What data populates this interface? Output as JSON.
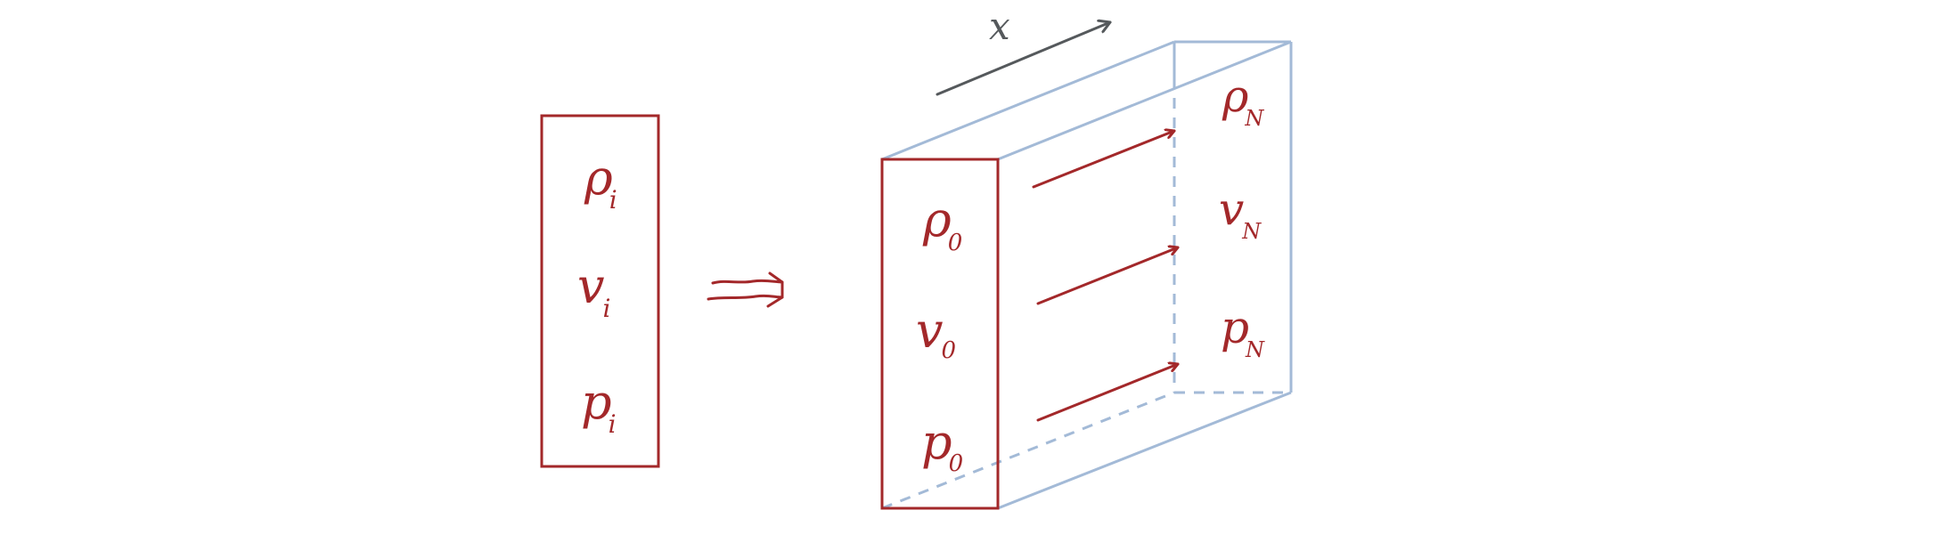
{
  "colors": {
    "red": "#a3282a",
    "blue": "#a3bad7",
    "gray": "#55595c"
  },
  "left_box": {
    "vars": [
      {
        "base": "ρ",
        "sub": "i"
      },
      {
        "base": "v",
        "sub": "i"
      },
      {
        "base": "p",
        "sub": "i"
      }
    ]
  },
  "implies_arrow": "⟹",
  "front_face": {
    "vars": [
      {
        "base": "ρ",
        "sub": "0"
      },
      {
        "base": "v",
        "sub": "0"
      },
      {
        "base": "p",
        "sub": "0"
      }
    ]
  },
  "back_face": {
    "vars": [
      {
        "base": "ρ",
        "sub": "N"
      },
      {
        "base": "v",
        "sub": "N"
      },
      {
        "base": "p",
        "sub": "N"
      }
    ]
  },
  "axis": {
    "label": "x"
  }
}
